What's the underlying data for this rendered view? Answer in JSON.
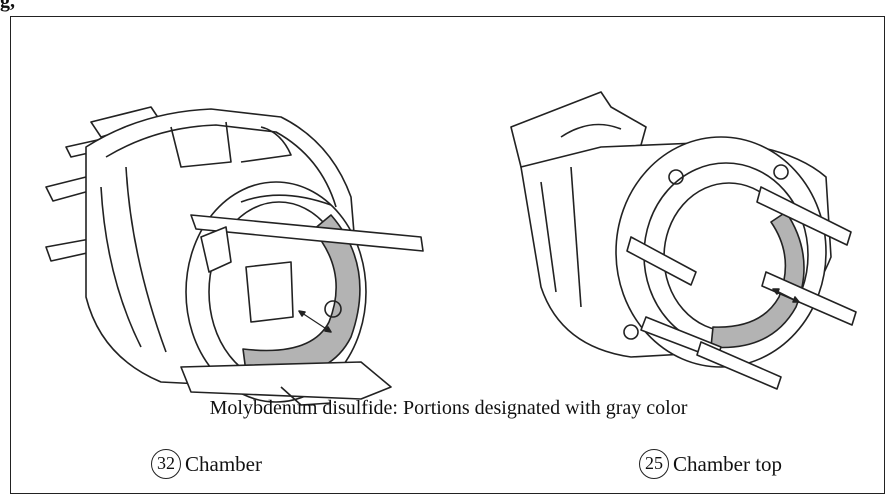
{
  "figure_tag": "g,",
  "caption": "Molybdenum disulfide: Portions designated with gray color",
  "parts": [
    {
      "number": "32",
      "name": "Chamber"
    },
    {
      "number": "25",
      "name": "Chamber top"
    }
  ],
  "colors": {
    "lubricated_portion": "#b3b3b3",
    "outline": "#222222"
  }
}
